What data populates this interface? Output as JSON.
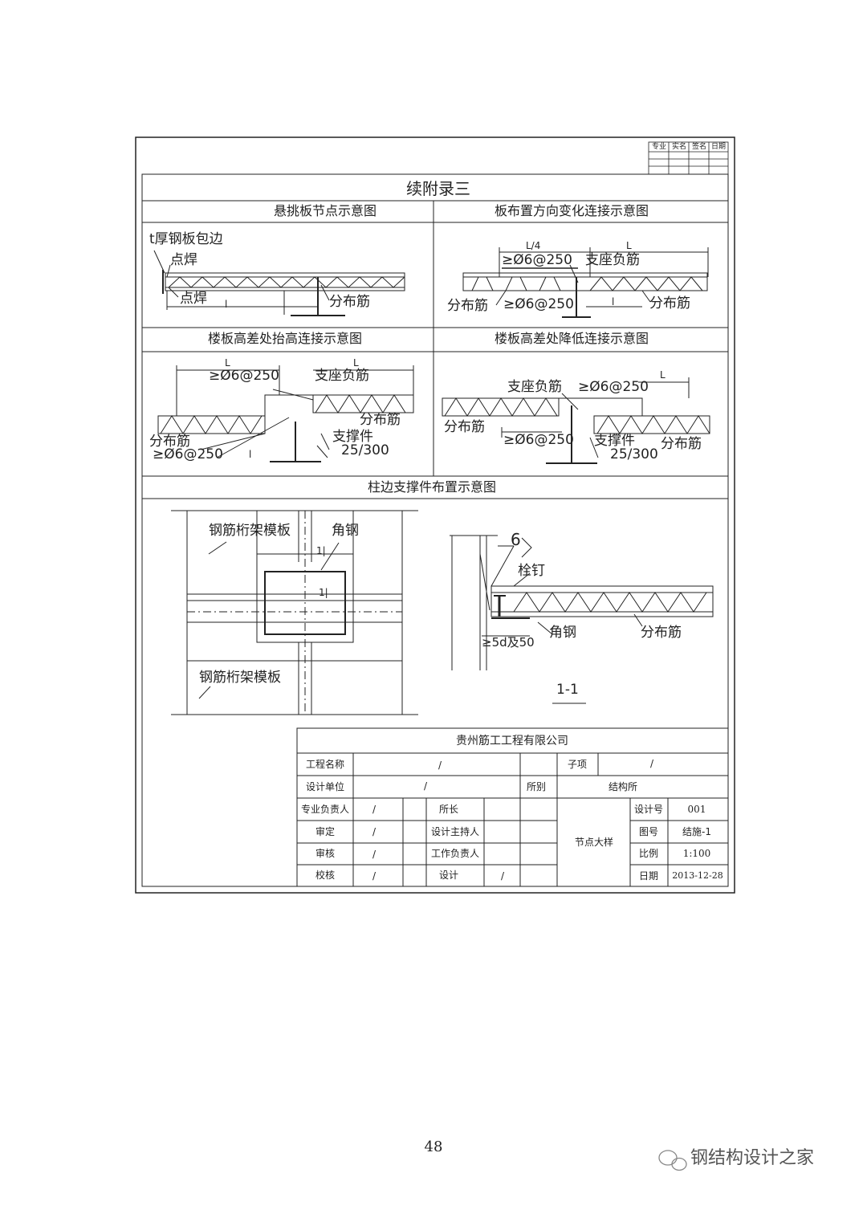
{
  "revision_block": {
    "headers": [
      "专业",
      "实名",
      "签名",
      "日期"
    ]
  },
  "sheet_title": "续附录三",
  "panels": {
    "cantilever": {
      "title": "悬挑板节点示意图",
      "labels": {
        "edge_plate": "t厚钢板包边",
        "weld_top": "点焊",
        "weld_bottom": "点焊",
        "dist_bar": "分布筋",
        "length": "l"
      }
    },
    "direction_change": {
      "title": "板布置方向变化连接示意图",
      "labels": {
        "quarter": "L/4",
        "length": "L",
        "bar_top": "≥Ø6@250",
        "support_bar": "支座负筋",
        "dist_left": "分布筋",
        "bar_bottom": "≥Ø6@250",
        "dist_right": "分布筋",
        "short": "l"
      }
    },
    "raise": {
      "title": "楼板高差处抬高连接示意图",
      "labels": {
        "length_left": "L",
        "length_right": "L",
        "bar_top": "≥Ø6@250",
        "support_bar": "支座负筋",
        "dist_right": "分布筋",
        "support": "支撑件",
        "dist_left": "分布筋",
        "bar_bottom": "≥Ø6@250",
        "angle": "25/300",
        "short": "l"
      }
    },
    "lower": {
      "title": "楼板高差处降低连接示意图",
      "labels": {
        "support_bar": "支座负筋",
        "bar_top": "≥Ø6@250",
        "length": "L",
        "dist_left": "分布筋",
        "bar_bottom": "≥Ø6@250",
        "support": "支撑件",
        "dist_right": "分布筋",
        "angle": "25/300"
      }
    },
    "column": {
      "title": "柱边支撑件布置示意图",
      "labels": {
        "deck_top": "钢筋桁架模板",
        "angle_top": "角钢",
        "mark_1a": "1|",
        "mark_1b": "1|",
        "deck_bottom": "钢筋桁架模板",
        "weld": "6",
        "stud": "栓钉",
        "angle": "角钢",
        "dist_bar": "分布筋",
        "spacing": "≥5d及50",
        "section": "1-1"
      }
    }
  },
  "title_block": {
    "company": "贵州筋工工程有限公司",
    "project_name_label": "工程名称",
    "project_name_value": "/",
    "sub_item_label": "子项",
    "sub_item_value": "/",
    "design_unit_label": "设计单位",
    "design_unit_value": "/",
    "dept_label": "所别",
    "dept_value": "结构所",
    "rows": [
      {
        "role": "专业负责人",
        "name": "/",
        "role2": "所长",
        "name2": ""
      },
      {
        "role": "审定",
        "name": "/",
        "role2": "设计主持人",
        "name2": ""
      },
      {
        "role": "审核",
        "name": "/",
        "role2": "工作负责人",
        "name2": ""
      },
      {
        "role": "校核",
        "name": "/",
        "role2": "设计",
        "name2": "/"
      }
    ],
    "drawing_name": "节点大样",
    "design_no_label": "设计号",
    "design_no": "001",
    "sheet_no_label": "图号",
    "sheet_no": "结施-1",
    "scale_label": "比例",
    "scale": "1:100",
    "date_label": "日期",
    "date": "2013-12-28"
  },
  "page_number": "48",
  "watermark": {
    "text": "钢结构设计之家"
  }
}
